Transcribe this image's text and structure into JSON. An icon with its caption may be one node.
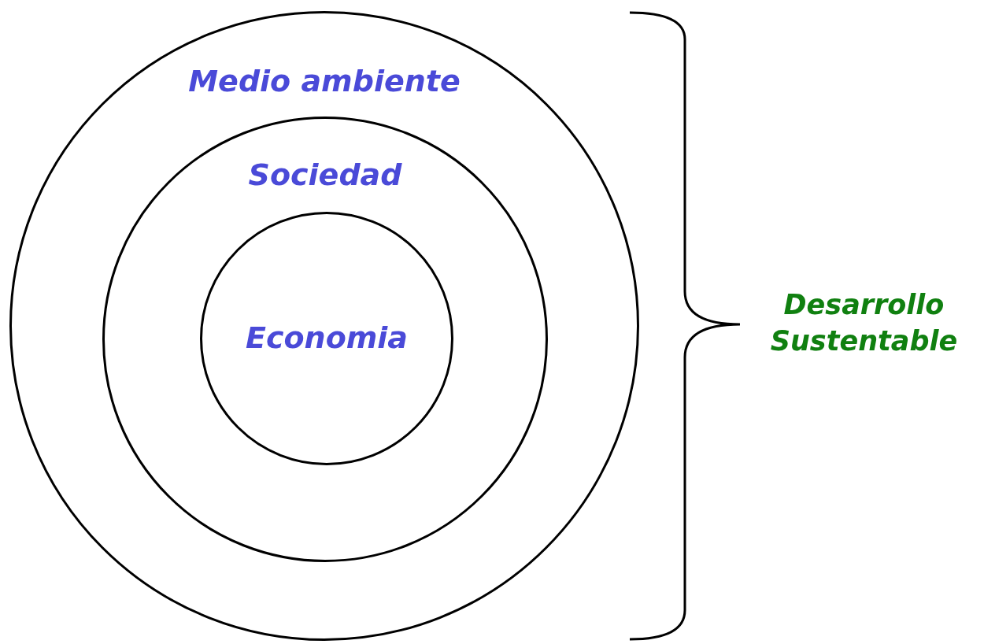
{
  "diagram": {
    "nodes": [
      {
        "text": [
          "Medio ambiente"
        ]
      },
      {
        "text": [
          "Sociedad"
        ],
        "in": 0
      },
      {
        "text": [
          "Economia"
        ],
        "in": 1
      }
    ],
    "edges": [],
    "labels": [
      "Desarrollo Sustentable"
    ]
  }
}
